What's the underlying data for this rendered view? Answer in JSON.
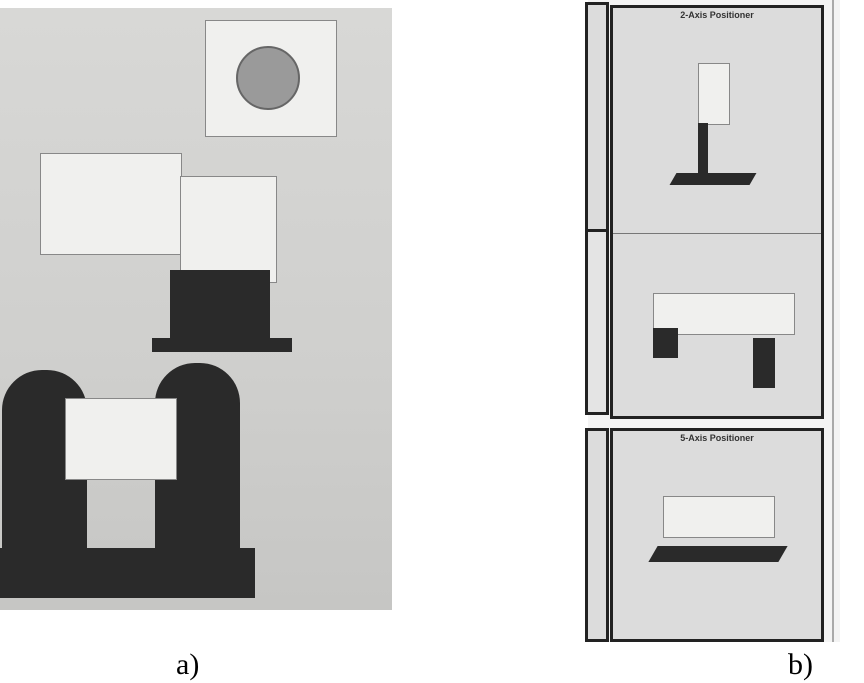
{
  "figure": {
    "panel_a": {
      "label": "a)"
    },
    "panel_b": {
      "label": "b)",
      "titles": [
        "2-Axis Positioner",
        "5-Axis Positioner"
      ]
    }
  }
}
